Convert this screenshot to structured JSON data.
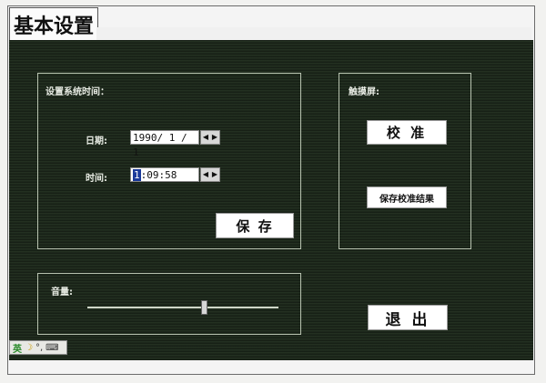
{
  "title": "基本设置",
  "time_panel": {
    "heading": "设置系统时间：",
    "date_label": "日期:",
    "date_value": "1990/ 1 / 1",
    "time_label": "时间:",
    "time_cursor": "1",
    "time_rest": ":09:58",
    "save_label": "保 存"
  },
  "touch_panel": {
    "heading": "触摸屏:",
    "calibrate_label": "校 准",
    "save_result_label": "保存校准结果"
  },
  "volume_panel": {
    "heading": "音量:",
    "level": 0.61
  },
  "exit_label": "退 出",
  "ime": {
    "lang": "英",
    "moon": "☽",
    "punct": "°,",
    "kbd": "⌨"
  },
  "colors": {
    "screen_bg": "#1f2a1d",
    "panel_border": "#b8c3b0",
    "text": "#e8ece4"
  }
}
